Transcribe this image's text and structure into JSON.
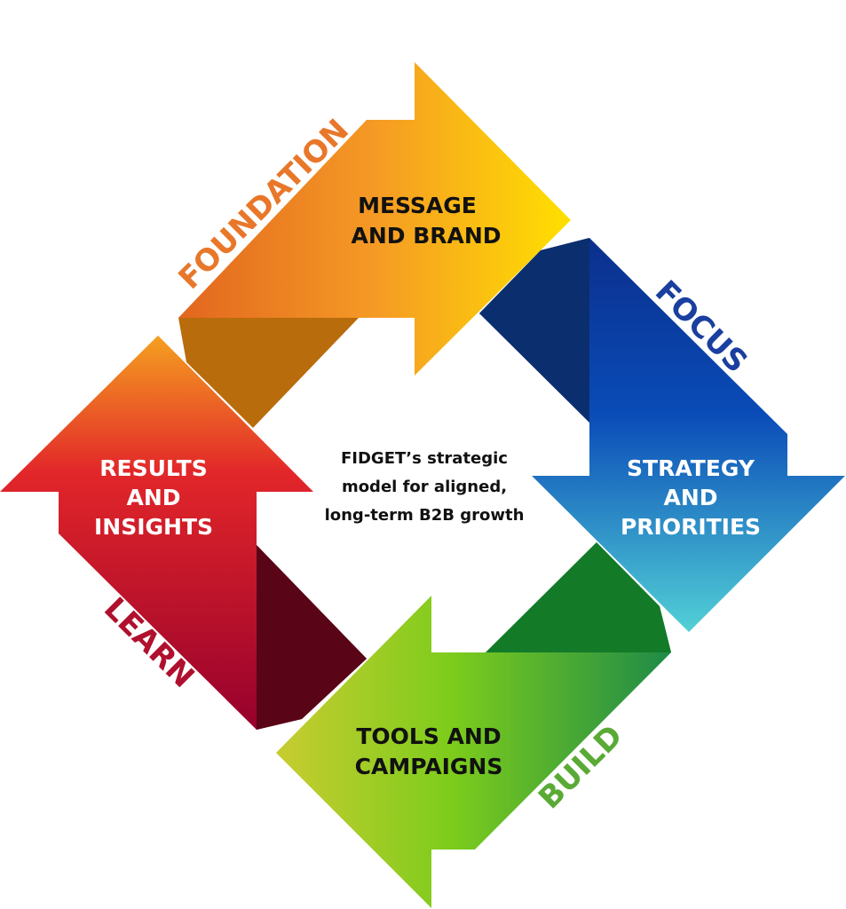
{
  "center_text": [
    "FIDGET’s strategic",
    "model for aligned,",
    "long-term B2B growth"
  ],
  "stages": {
    "foundation": {
      "tag": "FOUNDATION",
      "label": [
        "MESSAGE",
        "AND BRAND"
      ],
      "tag_color": "#e8772a"
    },
    "focus": {
      "tag": "FOCUS",
      "label": [
        "STRATEGY",
        "AND",
        "PRIORITIES"
      ],
      "tag_color": "#1a3fa0"
    },
    "build": {
      "tag": "BUILD",
      "label": [
        "TOOLS AND",
        "CAMPAIGNS"
      ],
      "tag_color": "#5aaa36"
    },
    "learn": {
      "tag": "LEARN",
      "label": [
        "RESULTS",
        "AND",
        "INSIGHTS"
      ],
      "tag_color": "#b0102e"
    }
  }
}
